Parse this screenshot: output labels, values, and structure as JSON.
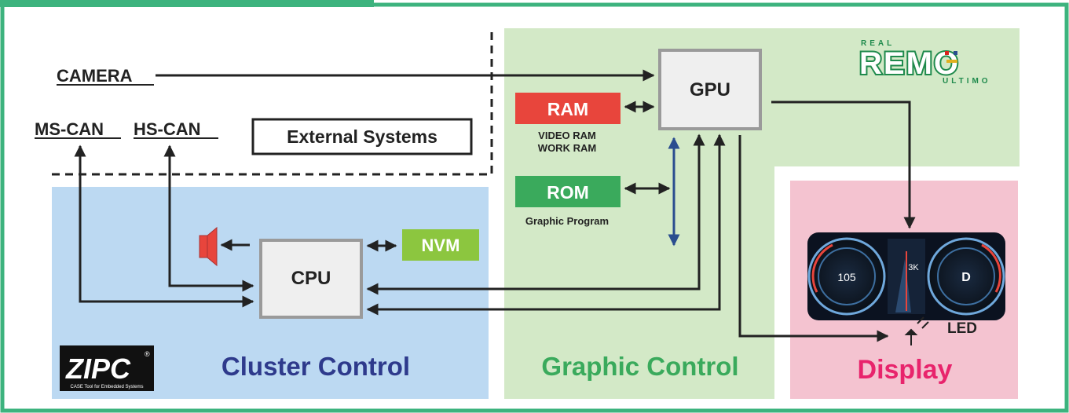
{
  "colors": {
    "frame": "#3db37e",
    "cluster_bg": "#bcd9f2",
    "graphic_bg": "#d3e9c7",
    "display_bg": "#f4c3d0",
    "ram": "#e8453c",
    "rom": "#3aaa5c",
    "nvm": "#8cc63f",
    "cluster_text": "#2e3a8c",
    "graphic_text": "#3aaa5c",
    "display_text": "#e8246c",
    "bus_arrow": "#2a4d8f",
    "remo_green": "#1f8a4c",
    "remo_red": "#d9231d"
  },
  "external": {
    "camera": "CAMERA",
    "ms_can": "MS-CAN",
    "hs_can": "HS-CAN",
    "box_label": "External Systems"
  },
  "nodes": {
    "gpu": "GPU",
    "cpu": "CPU",
    "ram": "RAM",
    "ram_sub1": "VIDEO RAM",
    "ram_sub2": "WORK RAM",
    "rom": "ROM",
    "rom_sub": "Graphic Program",
    "nvm": "NVM",
    "led": "LED"
  },
  "sections": {
    "cluster": "Cluster Control",
    "graphic": "Graphic Control",
    "display": "Display"
  },
  "logos": {
    "zipc": "ZIPC",
    "zipc_reg": "®",
    "zipc_tagline": "CASE Tool for Embedded Systems",
    "remo_top": "REAL",
    "remo_main": "REMO",
    "remo_bottom": "ULTIMO"
  },
  "dashboard_readouts": {
    "left_dial_value": "105",
    "right_dial_value": "D",
    "center_value": "3K"
  }
}
